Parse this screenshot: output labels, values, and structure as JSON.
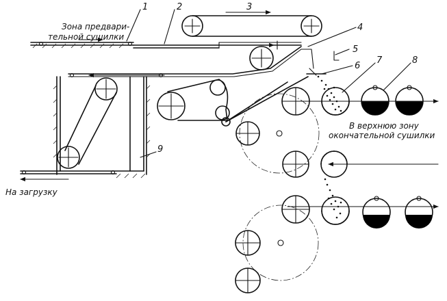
{
  "labels": {
    "pre_drying_zone_line1": "Зона предвари-",
    "pre_drying_zone_line2": "тельной сушилки",
    "to_loading": "На загрузку",
    "upper_zone_line1": "В верхнюю зону",
    "upper_zone_line2": "окончательной сушилки"
  },
  "callouts": [
    "1",
    "2",
    "3",
    "4",
    "5",
    "6",
    "7",
    "8",
    "9"
  ],
  "colors": {
    "ink": "#111111",
    "fill": "#000000",
    "background": "#ffffff"
  }
}
